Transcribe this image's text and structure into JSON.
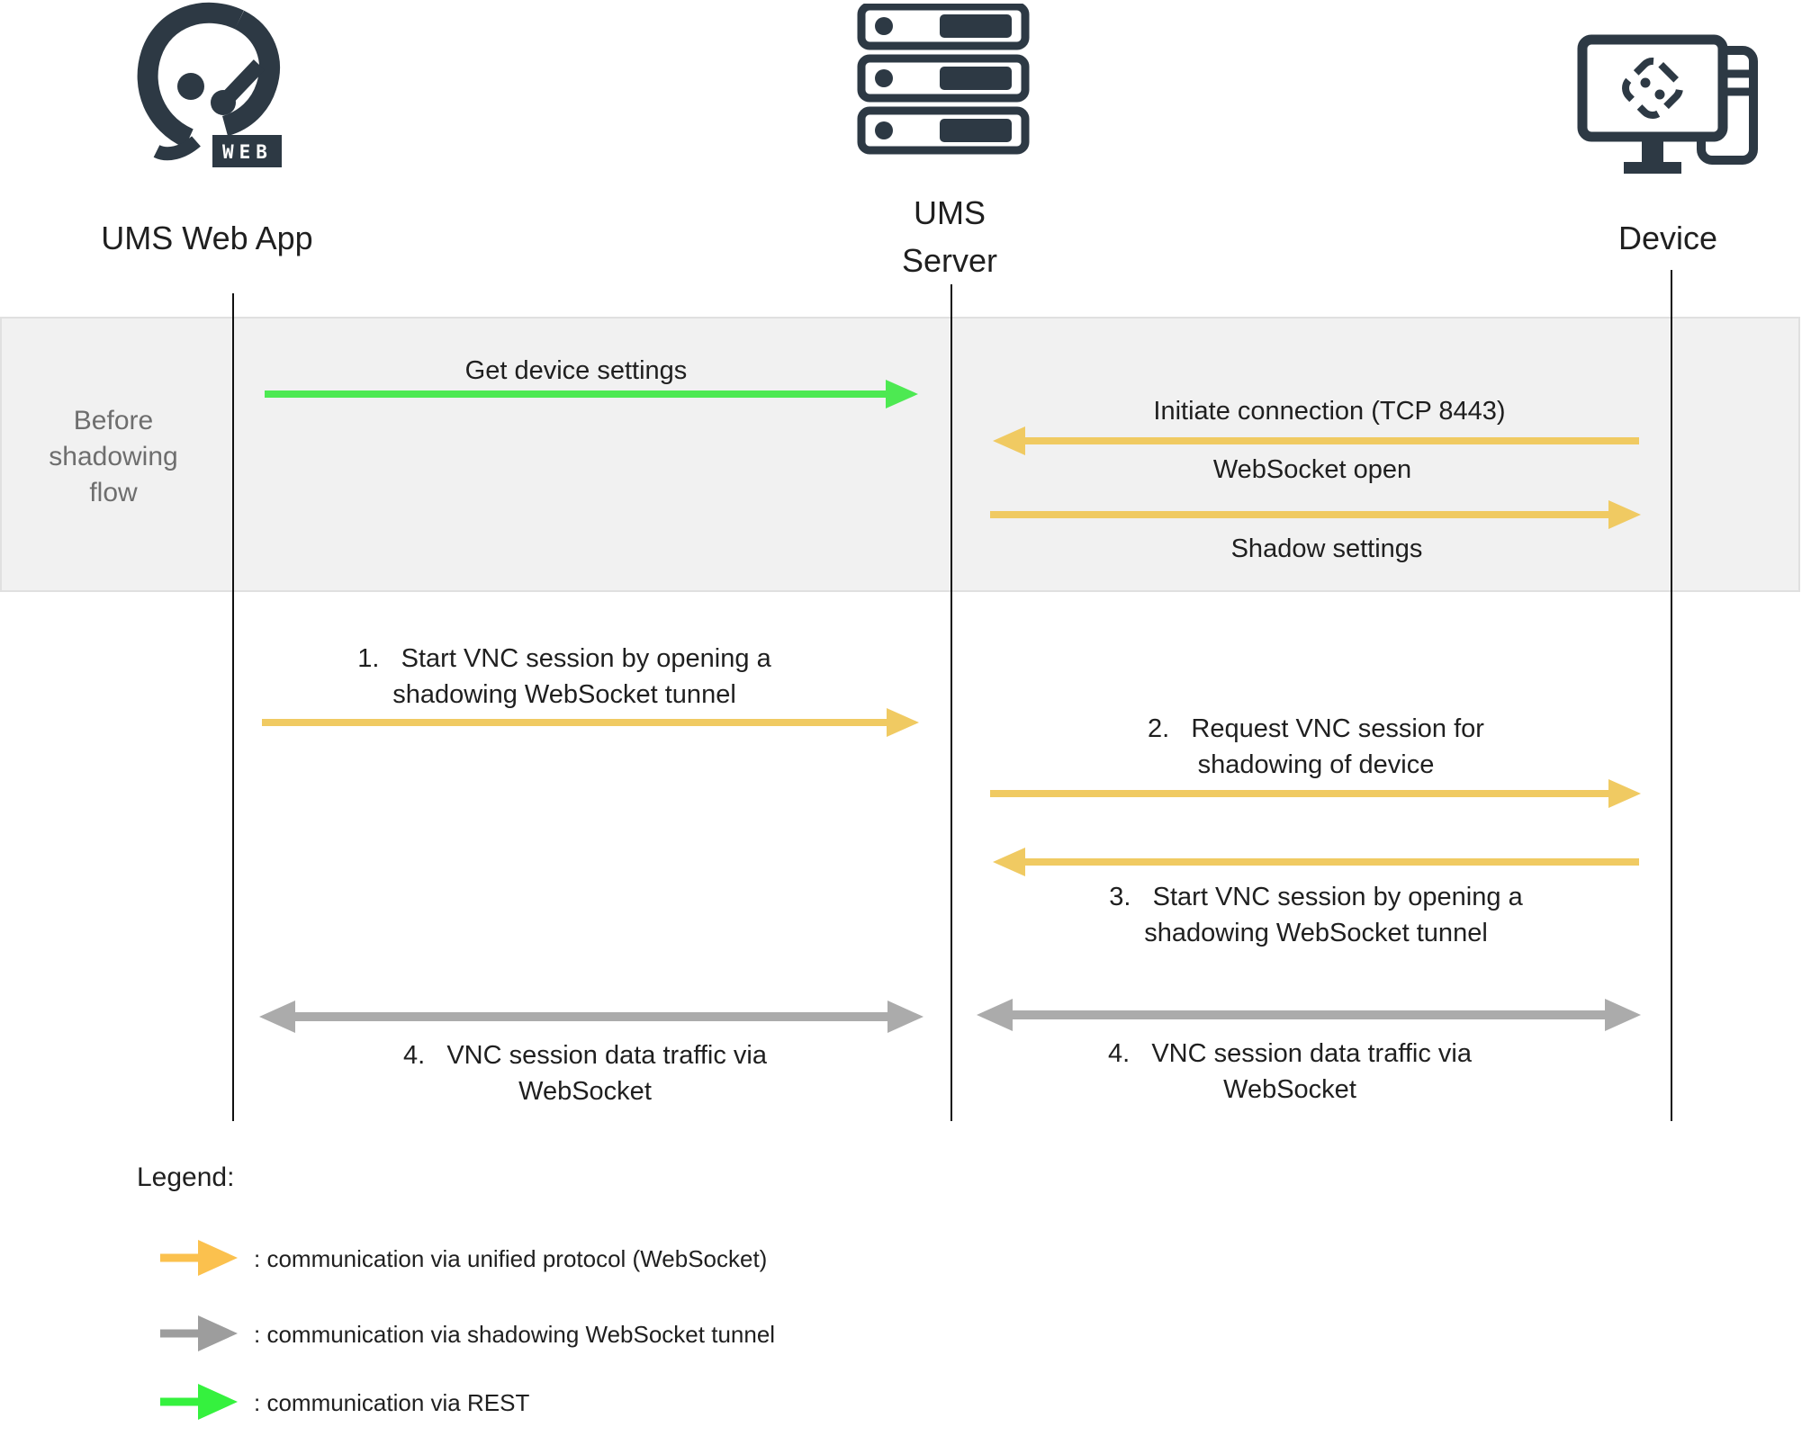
{
  "actors": [
    {
      "id": "ums-web-app",
      "label": "UMS Web App",
      "icon": "ums-web-logo-icon"
    },
    {
      "id": "ums-server",
      "label": "UMS\nServer",
      "icon": "server-rack-icon"
    },
    {
      "id": "device",
      "label": "Device",
      "icon": "device-monitor-icon"
    }
  ],
  "phase_band": {
    "label": "Before\nshadowing\nflow"
  },
  "messages": [
    {
      "label": "Get device settings",
      "from": "ums-web-app",
      "to": "ums-server",
      "protocol": "REST",
      "direction": "right"
    },
    {
      "label": "Initiate connection (TCP 8443)",
      "from": "device",
      "to": "ums-server",
      "protocol": "unified protocol (WebSocket)",
      "direction": "left"
    },
    {
      "label": "WebSocket open",
      "from": "ums-server",
      "to": "device",
      "protocol": "unified protocol (WebSocket)",
      "direction": "right"
    },
    {
      "label": "Shadow settings",
      "from": "ums-server",
      "to": "device",
      "protocol": "unified protocol (WebSocket)",
      "direction": "right"
    },
    {
      "label": "1.   Start VNC session by opening a\nshadowing WebSocket tunnel",
      "from": "ums-web-app",
      "to": "ums-server",
      "protocol": "unified protocol (WebSocket)",
      "direction": "right"
    },
    {
      "label": "2.   Request VNC session for\nshadowing of device",
      "from": "ums-server",
      "to": "device",
      "protocol": "unified protocol (WebSocket)",
      "direction": "right"
    },
    {
      "label": "3.   Start VNC session by opening a\nshadowing WebSocket tunnel",
      "from": "device",
      "to": "ums-server",
      "protocol": "unified protocol (WebSocket)",
      "direction": "left"
    },
    {
      "label": "4.   VNC session data traffic via\nWebSocket",
      "from": "ums-web-app",
      "to": "ums-server",
      "protocol": "shadowing WebSocket tunnel",
      "direction": "both"
    },
    {
      "label": "4.   VNC session data traffic via\nWebSocket",
      "from": "ums-server",
      "to": "device",
      "protocol": "shadowing WebSocket tunnel",
      "direction": "both"
    }
  ],
  "legend": {
    "title": "Legend:",
    "items": [
      {
        "label": ": communication via unified protocol (WebSocket)",
        "color": "#FBC14E"
      },
      {
        "label": ": communication via shadowing WebSocket tunnel",
        "color": "#9D9D9D"
      },
      {
        "label": ": communication via REST",
        "color": "#35F13E"
      }
    ]
  },
  "icons": {
    "web_badge_text": "WEB"
  },
  "colors": {
    "rest_green": "#4DE952",
    "unified_protocol_yellow": "#F0CA62",
    "shadowing_tunnel_gray": "#ABABAB",
    "icon_dark": "#2D3944",
    "band_background": "#F1F1F1",
    "band_text": "#6E6E6E"
  }
}
